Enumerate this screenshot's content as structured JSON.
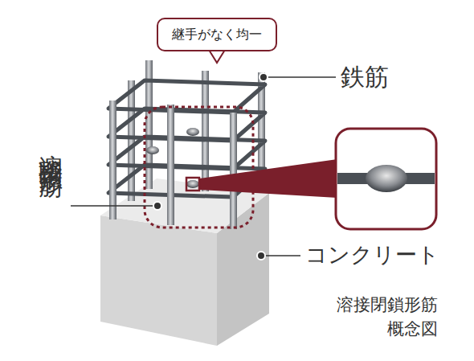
{
  "diagram": {
    "caption": "溶接閉鎖形筋 概念図",
    "nodes": [
      {
        "text": [
          "継手がなく均一"
        ]
      }
    ],
    "labels": [
      "鉄筋",
      "溶接閉鎖形筋",
      "コンクリート"
    ]
  }
}
